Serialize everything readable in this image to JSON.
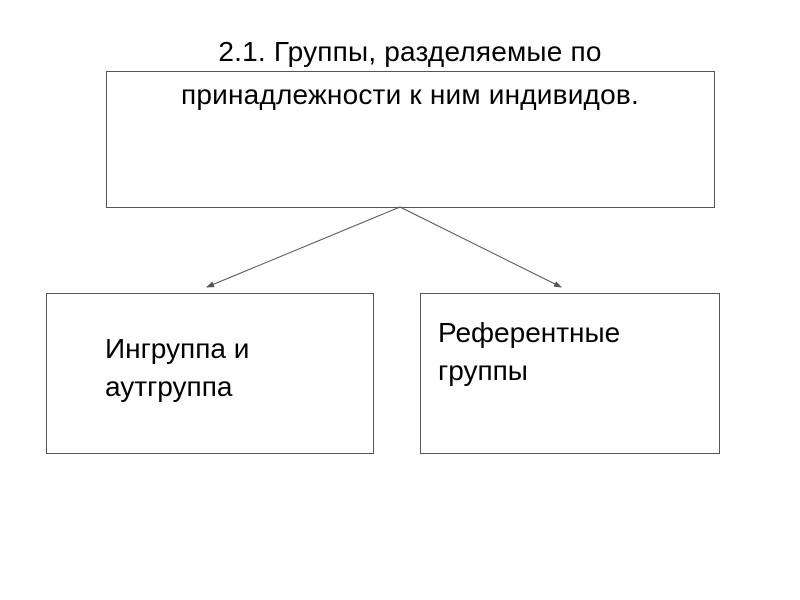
{
  "diagram": {
    "title_lines": [
      "2.1. Группы, разделяемые по",
      "принадлежности к ним индивидов."
    ],
    "nodes": {
      "left": {
        "lines": [
          "Ингруппа и",
          "аутгруппа"
        ]
      },
      "right": {
        "lines": [
          "Референтные",
          "группы"
        ]
      }
    },
    "colors": {
      "border": "#555555",
      "text": "#000000",
      "arrow": "#555555"
    }
  }
}
